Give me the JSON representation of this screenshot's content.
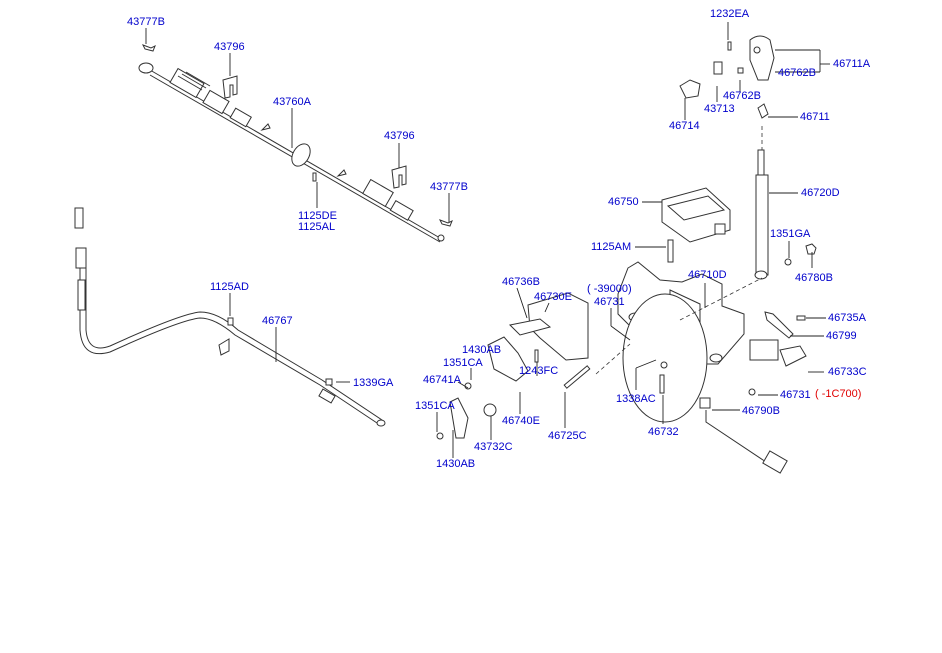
{
  "diagram": {
    "title": "Shift lever & cable exploded parts diagram",
    "label_color": "#0000cc",
    "note_color": "#e00000",
    "labels": {
      "p43777B_top": "43777B",
      "p43796_top": "43796",
      "p43760A": "43760A",
      "p43796_mid": "43796",
      "p43777B_mid": "43777B",
      "p1125DE": "1125DE",
      "p1125AL": "1125AL",
      "p1125AD": "1125AD",
      "p46767": "46767",
      "p1339GA": "1339GA",
      "p46736B": "46736B",
      "p46730E": "46730E",
      "p1430AB_top": "1430AB",
      "p1351CA_top": "1351CA",
      "p46741A": "46741A",
      "p1243FC": "1243FC",
      "p1351CA_bot": "1351CA",
      "p46740E": "46740E",
      "p43732C": "43732C",
      "p1430AB_bot": "1430AB",
      "p46725C": "46725C",
      "p1232EA": "1232EA",
      "p46711A": "46711A",
      "p46762B_a": "46762B",
      "p46762B_b": "46762B",
      "p43713": "43713",
      "p46714": "46714",
      "p46711": "46711",
      "p46720D": "46720D",
      "p46750": "46750",
      "p1125AM": "1125AM",
      "p1351GA": "1351GA",
      "p46780B": "46780B",
      "p46710D": "46710D",
      "note_39000": "( -39000)",
      "p46731_top": "46731",
      "p46735A": "46735A",
      "p46799": "46799",
      "p46733C": "46733C",
      "p46731_bot": "46731",
      "note_1C700": "( -1C700)",
      "p1338AC": "1338AC",
      "p46790B": "46790B",
      "p46732": "46732"
    }
  }
}
